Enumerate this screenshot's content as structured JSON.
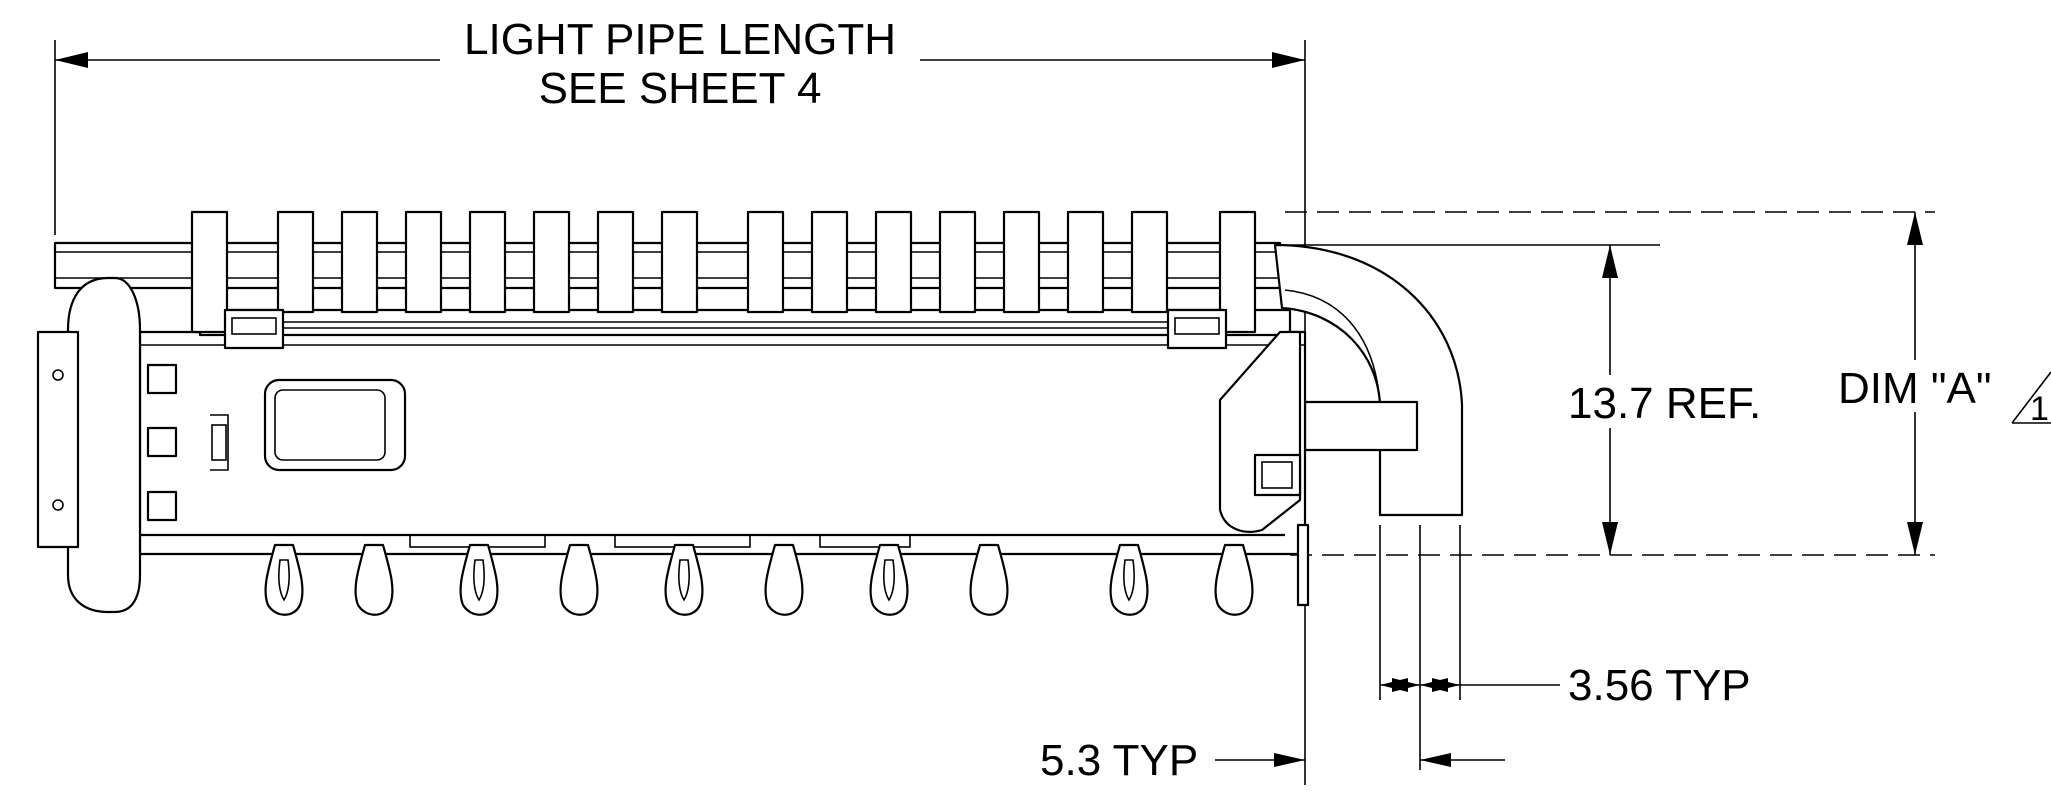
{
  "dimensions": {
    "light_pipe_length": {
      "line1": "LIGHT PIPE LENGTH",
      "line2": "SEE SHEET 4"
    },
    "ref_height": "13.7 REF.",
    "dim_a": "DIM \"A\"",
    "revision_flag": "1",
    "pitch_typ": "3.56 TYP",
    "offset_typ": "5.3 TYP"
  },
  "colors": {
    "ink": "#000000",
    "paper": "#ffffff"
  }
}
